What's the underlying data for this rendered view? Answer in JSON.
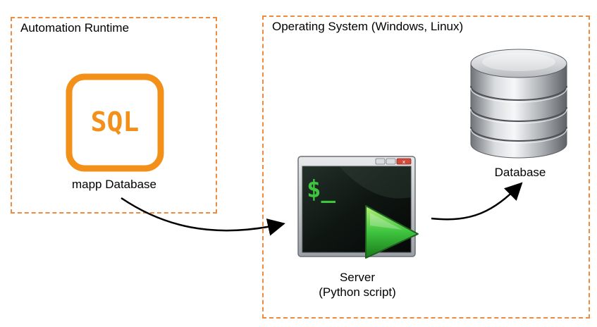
{
  "regions": {
    "runtime_title": "Automation Runtime",
    "os_title": "Operating System (Windows, Linux)"
  },
  "nodes": {
    "mapp_label": "mapp Database",
    "sql_badge_text": "SQL",
    "server_label_line1": "Server",
    "server_label_line2": "(Python script)",
    "terminal_prompt": "$_",
    "database_label": "Database"
  },
  "colors": {
    "region_border": "#f08a3c",
    "sql_accent": "#f39019",
    "terminal_green": "#3fc43f",
    "arrow": "#000000"
  },
  "icons": {
    "sql": "sql-icon",
    "terminal": "terminal-icon",
    "play": "play-icon",
    "database": "database-icon"
  }
}
